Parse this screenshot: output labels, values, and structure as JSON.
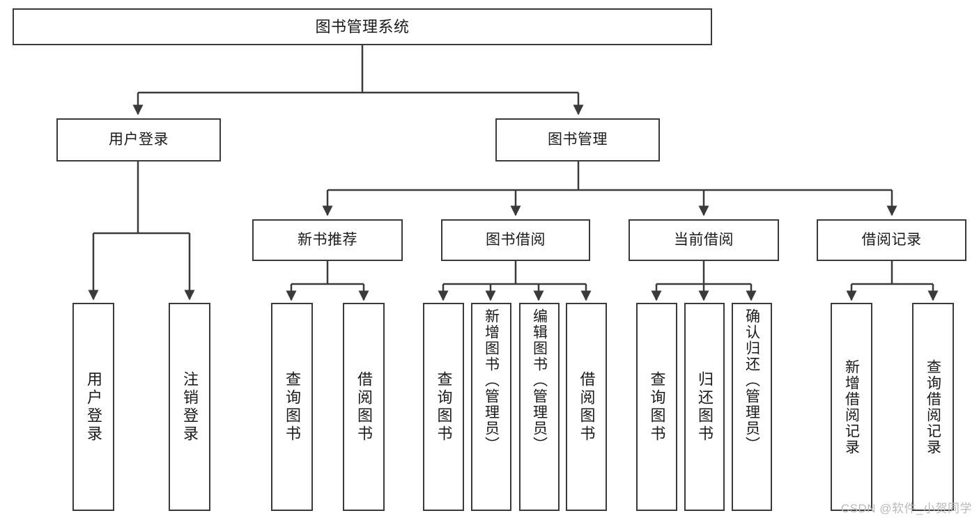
{
  "diagram": {
    "title": "图书管理系统",
    "type": "hierarchy-tree",
    "root": {
      "id": "root",
      "label": "图书管理系统"
    },
    "level2": [
      {
        "id": "user-login",
        "label": "用户登录"
      },
      {
        "id": "book-manage",
        "label": "图书管理"
      }
    ],
    "level3": [
      {
        "id": "new-book-rec",
        "label": "新书推荐"
      },
      {
        "id": "book-borrow",
        "label": "图书借阅"
      },
      {
        "id": "current-borrow",
        "label": "当前借阅"
      },
      {
        "id": "borrow-record",
        "label": "借阅记录"
      }
    ],
    "leaves": {
      "user_login": [
        {
          "id": "leaf-user-login",
          "label": "用户登录"
        },
        {
          "id": "leaf-logout-login",
          "label": "注销登录"
        }
      ],
      "new_book_rec": [
        {
          "id": "leaf-query-book-1",
          "label": "查询图书"
        },
        {
          "id": "leaf-borrow-book-1",
          "label": "借阅图书"
        }
      ],
      "book_borrow": [
        {
          "id": "leaf-query-book-2",
          "label": "查询图书"
        },
        {
          "id": "leaf-add-book",
          "label": "新增图书（管理员）"
        },
        {
          "id": "leaf-edit-book",
          "label": "编辑图书（管理员）"
        },
        {
          "id": "leaf-borrow-book-2",
          "label": "借阅图书"
        }
      ],
      "current_borrow": [
        {
          "id": "leaf-query-book-3",
          "label": "查询图书"
        },
        {
          "id": "leaf-return-book",
          "label": "归还图书"
        },
        {
          "id": "leaf-confirm-return",
          "label": "确认归还（管理员）"
        }
      ],
      "borrow_record": [
        {
          "id": "leaf-add-record",
          "label": "新增借阅记录"
        },
        {
          "id": "leaf-query-record",
          "label": "查询借阅记录"
        }
      ]
    }
  },
  "watermark": {
    "text": "CSDN @软件_小贺同学"
  },
  "colors": {
    "stroke": "#3a3a3a",
    "background": "#ffffff",
    "text": "#1a1a1a",
    "watermark": "#b9b9b9"
  }
}
